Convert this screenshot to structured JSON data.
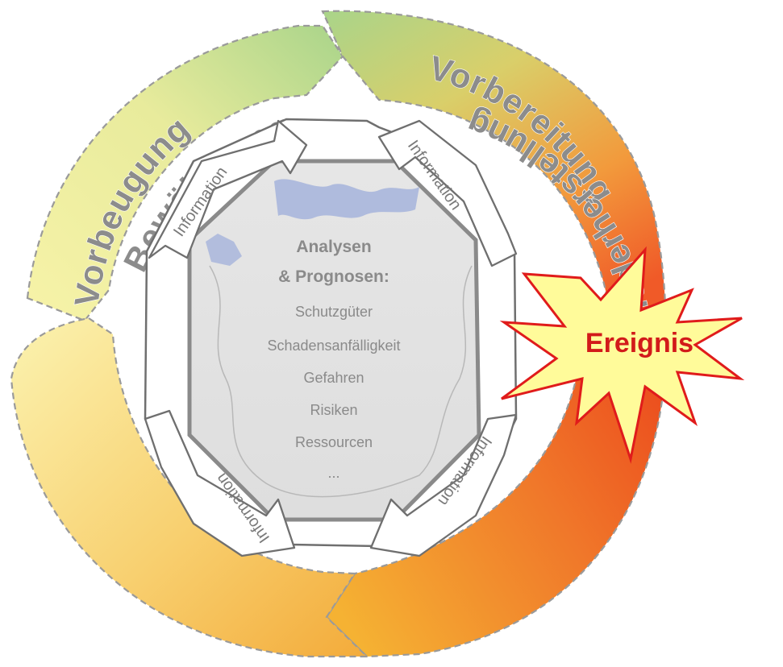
{
  "phases": {
    "prevention": "Vorbeugung",
    "preparation": "Vorbereitung",
    "response": "Bewältigung",
    "recovery": "Wiederherstellung"
  },
  "info_arrows": [
    "Information",
    "Information",
    "Information",
    "Information"
  ],
  "center": {
    "title_line1": "Analysen",
    "title_line2": "& Prognosen:",
    "items": [
      "Schutzgüter",
      "Schadensanfälligkeit",
      "Gefahren",
      "Risiken",
      "Ressourcen",
      "..."
    ]
  },
  "event": "Ereignis",
  "colors": {
    "prevention": [
      "#f7f3a8",
      "#a9d48a"
    ],
    "preparation": [
      "#a9d48a",
      "#f05a28"
    ],
    "response": [
      "#f5b233",
      "#ec4f1e"
    ],
    "recovery": [
      "#fbef9c",
      "#f3ab3a"
    ],
    "event_fill": "#fffb9a",
    "event_stroke": "#e01b1b",
    "text_gray": "#8c8c8c"
  }
}
